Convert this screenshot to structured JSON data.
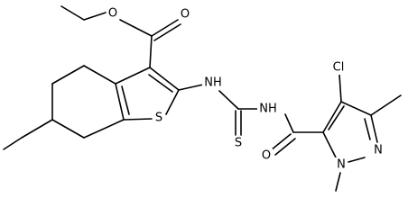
{
  "molecule": {
    "atoms": {
      "o_carbonyl": "O",
      "o_ester": "O",
      "s_thiophene": "S",
      "nh_thioamide": "NH",
      "nh_amide": "NH",
      "s_thiocarbonyl": "S",
      "cl": "Cl",
      "o_amide": "O",
      "n_pyrazole_1": "N",
      "n_pyrazole_2": "N"
    }
  }
}
